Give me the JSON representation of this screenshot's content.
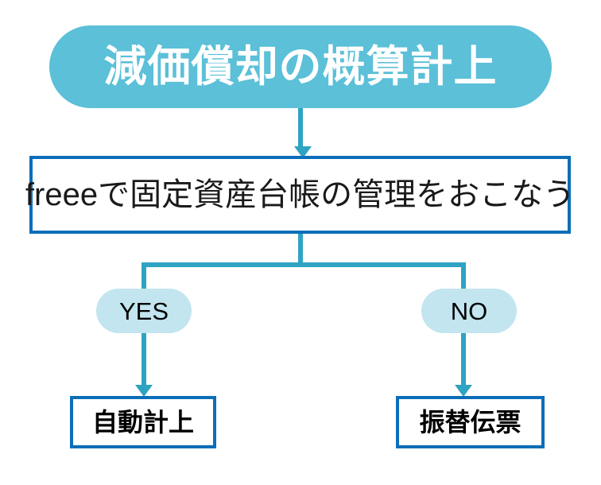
{
  "diagram": {
    "title": {
      "label": "減価償却の概算計上"
    },
    "decision": {
      "label": "freeeで固定資産台帳の管理をおこなう"
    },
    "branches": [
      {
        "condition": "YES",
        "outcome": "自動計上"
      },
      {
        "condition": "NO",
        "outcome": "振替伝票"
      }
    ],
    "colors": {
      "title_background": "#5bc0d8",
      "title_text": "#ffffff",
      "box_border": "#0b6eb8",
      "box_background": "#ffffff",
      "box_text": "#000000",
      "pill_background": "#c2e5ef",
      "pill_text": "#000000",
      "connector": "#2ea3c2",
      "canvas_background": "#ffffff"
    }
  }
}
